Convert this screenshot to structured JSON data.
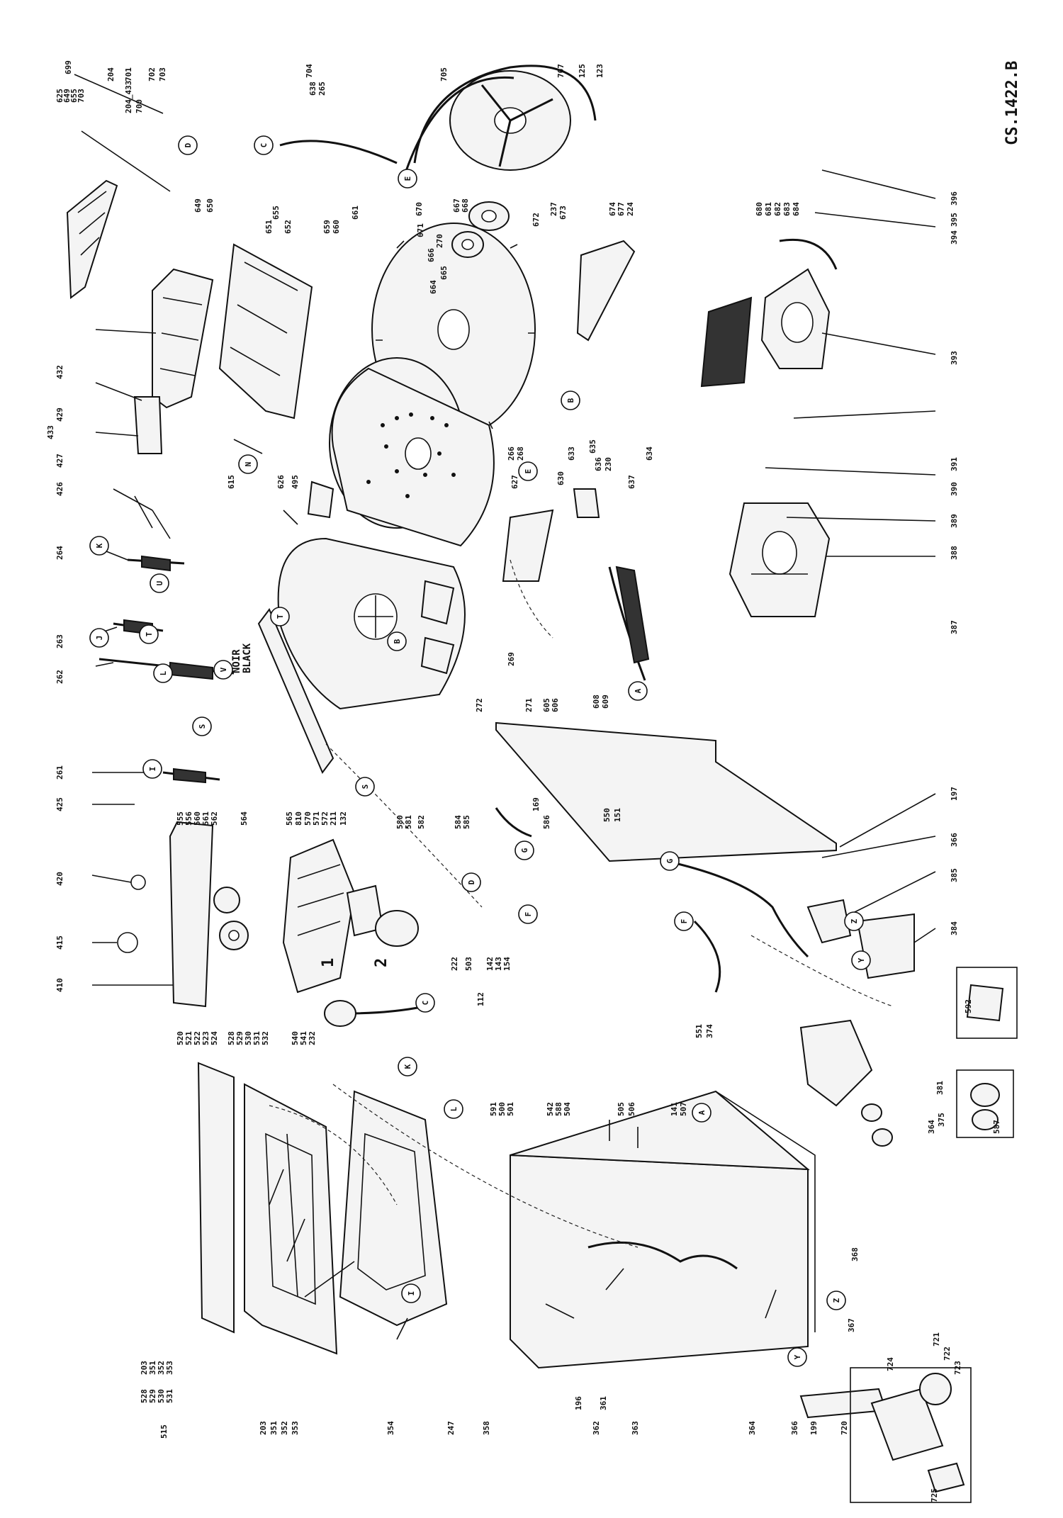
{
  "drawing_reference": "CS.1422.B",
  "part_callouts": [
    "625",
    "649",
    "655",
    "703",
    "699",
    "204",
    "204_433",
    "700",
    "701",
    "702",
    "703",
    "704",
    "638",
    "265",
    "705",
    "707",
    "125",
    "123",
    "649",
    "650",
    "651",
    "652",
    "655",
    "432",
    "429",
    "433",
    "427",
    "426",
    "615",
    "N",
    "659",
    "660",
    "661",
    "670",
    "671",
    "666",
    "270",
    "665",
    "664",
    "667",
    "668",
    "E",
    "672",
    "237",
    "673",
    "674",
    "677",
    "224",
    "680",
    "681",
    "682",
    "683",
    "684",
    "396",
    "394",
    "395",
    "393",
    "626",
    "495",
    "266",
    "268",
    "B",
    "630",
    "633",
    "265",
    "635",
    "627",
    "636",
    "230",
    "634",
    "633",
    "637",
    "638",
    "391",
    "390",
    "389",
    "388",
    "387",
    "264",
    "K",
    "U",
    "263",
    "J",
    "T",
    "262",
    "L",
    "V",
    "NOIR",
    "BLACK",
    "269",
    "271",
    "272",
    "605",
    "606",
    "608",
    "609",
    "A",
    "261",
    "I",
    "S",
    "425",
    "197",
    "366",
    "385",
    "384",
    "420",
    "555",
    "556",
    "560",
    "561",
    "562",
    "564",
    "565",
    "810",
    "570",
    "571",
    "572",
    "211",
    "132",
    "580",
    "581",
    "582",
    "584",
    "585",
    "586",
    "169",
    "G",
    "415",
    "410",
    "1",
    "2",
    "222",
    "503",
    "D",
    "F",
    "142",
    "143",
    "154",
    "112",
    "550",
    "151",
    "551",
    "374",
    "Z",
    "Y",
    "520",
    "521",
    "522",
    "523",
    "524",
    "540",
    "541",
    "232",
    "C",
    "528",
    "529",
    "530",
    "531",
    "532",
    "141",
    "507",
    "591",
    "500",
    "501",
    "542",
    "588",
    "504",
    "505",
    "506",
    "381",
    "375",
    "364",
    "587",
    "592",
    "203",
    "351",
    "352",
    "353",
    "354",
    "247",
    "358",
    "362",
    "196",
    "361",
    "363",
    "364",
    "366",
    "367",
    "368",
    "199",
    "720",
    "721",
    "722",
    "723",
    "724",
    "725",
    "515"
  ],
  "labels": {
    "ref": "CS.1422.B",
    "noir": "NOIR",
    "black": "BLACK",
    "group_515": "515",
    "group_515_items": [
      "528",
      "203",
      "529",
      "351",
      "530",
      "352",
      "531",
      "353"
    ],
    "top_group": [
      "625",
      "649",
      "655",
      "703"
    ],
    "top_699": "699",
    "c204": "204",
    "c204_433": "204_433",
    "c700": "700",
    "c701": "701",
    "c702": "702",
    "c703": "703",
    "c704": "704",
    "c638": "638",
    "c265": "265",
    "c705": "705",
    "c707": "707",
    "c125": "125",
    "c123": "123",
    "c649": "649",
    "c650": "650",
    "c651": "651",
    "c652": "652",
    "c655": "655",
    "c432": "432",
    "c429": "429",
    "c433": "433",
    "c427": "427",
    "c426": "426",
    "c615": "615",
    "cN": "N",
    "c659": "659",
    "c660": "660",
    "c661": "661",
    "c670": "670",
    "c671": "671",
    "c666": "666",
    "c270": "270",
    "c665": "665",
    "c664": "664",
    "c667": "667",
    "c668": "668",
    "cE": "E",
    "c672": "672",
    "c237": "237",
    "c673": "673",
    "c674": "674",
    "c677": "677",
    "c224": "224",
    "c680": "680",
    "c681": "681",
    "c682": "682",
    "c683": "683",
    "c684": "684",
    "c396": "396",
    "c394": "394",
    "c395": "395",
    "c393": "393",
    "c626": "626",
    "c495": "495",
    "c266": "266",
    "c268": "268",
    "cB": "B",
    "c630": "630",
    "c633": "633",
    "c635": "635",
    "c627": "627",
    "c636": "636",
    "c230": "230",
    "c634": "634",
    "c637": "637",
    "c391": "391",
    "c390": "390",
    "c389": "389",
    "c388": "388",
    "c387": "387",
    "c264": "264",
    "cK": "K",
    "cU": "U",
    "c263": "263",
    "cJ": "J",
    "cT": "T",
    "c262": "262",
    "cL": "L",
    "cV": "V",
    "c269": "269",
    "c271": "271",
    "c272": "272",
    "c605": "605",
    "c606": "606",
    "c608": "608",
    "c609": "609",
    "cA": "A",
    "c261": "261",
    "cI": "I",
    "cS": "S",
    "c425": "425",
    "c197": "197",
    "c366": "366",
    "c385": "385",
    "c384": "384",
    "c420": "420",
    "c555": "555",
    "c556": "556",
    "c560": "560",
    "c561": "561",
    "c562": "562",
    "c564": "564",
    "c565": "565",
    "c810": "810",
    "c570": "570",
    "c571": "571",
    "c572": "572",
    "c211": "211",
    "c132": "132",
    "c580": "580",
    "c581": "581",
    "c582": "582",
    "c584": "584",
    "c585": "585",
    "c586": "586",
    "c169": "169",
    "cG": "G",
    "c415": "415",
    "c410": "410",
    "c1": "1",
    "c2": "2",
    "c222": "222",
    "c503": "503",
    "cD": "D",
    "cF": "F",
    "c142": "142",
    "c143": "143",
    "c154": "154",
    "c112": "112",
    "c550": "550",
    "c151": "151",
    "c551": "551",
    "c374": "374",
    "cZ": "Z",
    "cY": "Y",
    "c520": "520",
    "c521": "521",
    "c522": "522",
    "c523": "523",
    "c524": "524",
    "c540": "540",
    "c541": "541",
    "c232": "232",
    "cC": "C",
    "c528": "528",
    "c529": "529",
    "c530": "530",
    "c531": "531",
    "c532": "532",
    "c141": "141",
    "c507": "507",
    "c591": "591",
    "c500": "500",
    "c501": "501",
    "c542": "542",
    "c588": "588",
    "c504": "504",
    "c505": "505",
    "c506": "506",
    "c381": "381",
    "c375": "375",
    "c364": "364",
    "c587": "587",
    "c592": "592",
    "c203": "203",
    "c351": "351",
    "c352": "352",
    "c353": "353",
    "c354": "354",
    "c247": "247",
    "c358": "358",
    "c362": "362",
    "c196": "196",
    "c361": "361",
    "c363": "363",
    "c367": "367",
    "c368": "368",
    "c199": "199",
    "c720": "720",
    "c721": "721",
    "c722": "722",
    "c723": "723",
    "c724": "724",
    "c725": "725"
  },
  "colors": {
    "ink": "#111111",
    "paper": "#ffffff"
  }
}
